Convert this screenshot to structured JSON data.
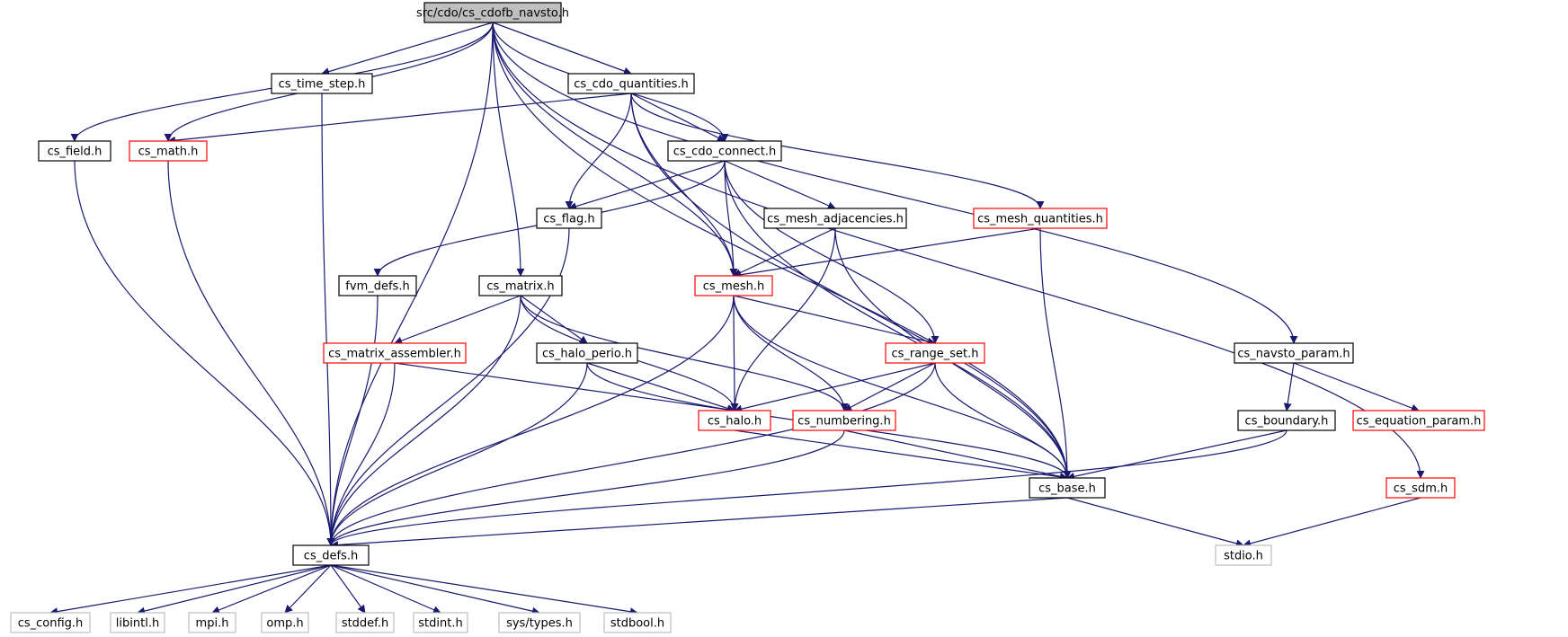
{
  "graph": {
    "nodes": [
      {
        "id": "root",
        "label": "src/cdo/cs_cdofb_navsto.h",
        "style": "root"
      },
      {
        "id": "time_step",
        "label": "cs_time_step.h",
        "style": "black"
      },
      {
        "id": "cdo_quantities",
        "label": "cs_cdo_quantities.h",
        "style": "black"
      },
      {
        "id": "field",
        "label": "cs_field.h",
        "style": "black"
      },
      {
        "id": "math",
        "label": "cs_math.h",
        "style": "red"
      },
      {
        "id": "cdo_connect",
        "label": "cs_cdo_connect.h",
        "style": "black"
      },
      {
        "id": "flag",
        "label": "cs_flag.h",
        "style": "black"
      },
      {
        "id": "mesh_adjacencies",
        "label": "cs_mesh_adjacencies.h",
        "style": "black"
      },
      {
        "id": "mesh_quantities",
        "label": "cs_mesh_quantities.h",
        "style": "red"
      },
      {
        "id": "fvm_defs",
        "label": "fvm_defs.h",
        "style": "black"
      },
      {
        "id": "matrix",
        "label": "cs_matrix.h",
        "style": "black"
      },
      {
        "id": "mesh",
        "label": "cs_mesh.h",
        "style": "red"
      },
      {
        "id": "matrix_assembler",
        "label": "cs_matrix_assembler.h",
        "style": "red"
      },
      {
        "id": "halo_perio",
        "label": "cs_halo_perio.h",
        "style": "black"
      },
      {
        "id": "range_set",
        "label": "cs_range_set.h",
        "style": "red"
      },
      {
        "id": "navsto_param",
        "label": "cs_navsto_param.h",
        "style": "black"
      },
      {
        "id": "halo",
        "label": "cs_halo.h",
        "style": "red"
      },
      {
        "id": "numbering",
        "label": "cs_numbering.h",
        "style": "red"
      },
      {
        "id": "boundary",
        "label": "cs_boundary.h",
        "style": "black"
      },
      {
        "id": "equation_param",
        "label": "cs_equation_param.h",
        "style": "red"
      },
      {
        "id": "base",
        "label": "cs_base.h",
        "style": "black"
      },
      {
        "id": "sdm",
        "label": "cs_sdm.h",
        "style": "red"
      },
      {
        "id": "defs",
        "label": "cs_defs.h",
        "style": "black"
      },
      {
        "id": "stdio",
        "label": "stdio.h",
        "style": "gray"
      },
      {
        "id": "config",
        "label": "cs_config.h",
        "style": "gray"
      },
      {
        "id": "libintl",
        "label": "libintl.h",
        "style": "gray"
      },
      {
        "id": "mpi",
        "label": "mpi.h",
        "style": "gray"
      },
      {
        "id": "omp",
        "label": "omp.h",
        "style": "gray"
      },
      {
        "id": "stddef",
        "label": "stddef.h",
        "style": "gray"
      },
      {
        "id": "stdint",
        "label": "stdint.h",
        "style": "gray"
      },
      {
        "id": "systypes",
        "label": "sys/types.h",
        "style": "gray"
      },
      {
        "id": "stdbool",
        "label": "stdbool.h",
        "style": "gray"
      }
    ],
    "edges": [
      [
        "root",
        "time_step"
      ],
      [
        "root",
        "cdo_quantities"
      ],
      [
        "root",
        "field"
      ],
      [
        "root",
        "math"
      ],
      [
        "root",
        "cdo_connect"
      ],
      [
        "root",
        "matrix"
      ],
      [
        "root",
        "mesh"
      ],
      [
        "root",
        "navsto_param"
      ],
      [
        "root",
        "base"
      ],
      [
        "root",
        "sdm"
      ],
      [
        "root",
        "defs"
      ],
      [
        "time_step",
        "defs"
      ],
      [
        "cdo_quantities",
        "math"
      ],
      [
        "cdo_quantities",
        "cdo_connect"
      ],
      [
        "cdo_quantities",
        "flag"
      ],
      [
        "cdo_quantities",
        "mesh"
      ],
      [
        "cdo_quantities",
        "mesh_quantities"
      ],
      [
        "cdo_quantities",
        "base"
      ],
      [
        "field",
        "defs"
      ],
      [
        "math",
        "defs"
      ],
      [
        "cdo_connect",
        "flag"
      ],
      [
        "cdo_connect",
        "fvm_defs"
      ],
      [
        "cdo_connect",
        "mesh_adjacencies"
      ],
      [
        "cdo_connect",
        "mesh"
      ],
      [
        "cdo_connect",
        "range_set"
      ],
      [
        "cdo_connect",
        "base"
      ],
      [
        "flag",
        "defs"
      ],
      [
        "mesh_adjacencies",
        "mesh"
      ],
      [
        "mesh_adjacencies",
        "halo"
      ],
      [
        "mesh_adjacencies",
        "base"
      ],
      [
        "mesh_quantities",
        "mesh"
      ],
      [
        "mesh_quantities",
        "base"
      ],
      [
        "fvm_defs",
        "defs"
      ],
      [
        "matrix",
        "defs"
      ],
      [
        "matrix",
        "matrix_assembler"
      ],
      [
        "matrix",
        "halo_perio"
      ],
      [
        "matrix",
        "halo"
      ],
      [
        "matrix",
        "numbering"
      ],
      [
        "mesh",
        "defs"
      ],
      [
        "mesh",
        "halo"
      ],
      [
        "mesh",
        "numbering"
      ],
      [
        "mesh",
        "range_set"
      ],
      [
        "mesh",
        "base"
      ],
      [
        "matrix_assembler",
        "halo"
      ],
      [
        "matrix_assembler",
        "defs"
      ],
      [
        "halo_perio",
        "halo"
      ],
      [
        "halo_perio",
        "base"
      ],
      [
        "halo_perio",
        "defs"
      ],
      [
        "range_set",
        "halo"
      ],
      [
        "range_set",
        "numbering"
      ],
      [
        "range_set",
        "base"
      ],
      [
        "range_set",
        "defs"
      ],
      [
        "navsto_param",
        "boundary"
      ],
      [
        "navsto_param",
        "equation_param"
      ],
      [
        "halo",
        "base"
      ],
      [
        "numbering",
        "base"
      ],
      [
        "numbering",
        "defs"
      ],
      [
        "boundary",
        "base"
      ],
      [
        "boundary",
        "defs"
      ],
      [
        "base",
        "defs"
      ],
      [
        "base",
        "stdio"
      ],
      [
        "sdm",
        "stdio"
      ],
      [
        "defs",
        "config"
      ],
      [
        "defs",
        "libintl"
      ],
      [
        "defs",
        "mpi"
      ],
      [
        "defs",
        "omp"
      ],
      [
        "defs",
        "stddef"
      ],
      [
        "defs",
        "stdint"
      ],
      [
        "defs",
        "systypes"
      ],
      [
        "defs",
        "stdbool"
      ]
    ],
    "colors": {
      "edge": "#191970",
      "root_fill": "#bfbfbf",
      "black_border": "#000000",
      "red_border": "#ff0000",
      "gray_border": "#bfbfbf",
      "gray_text": "#666666",
      "fill": "#ffffff"
    }
  }
}
